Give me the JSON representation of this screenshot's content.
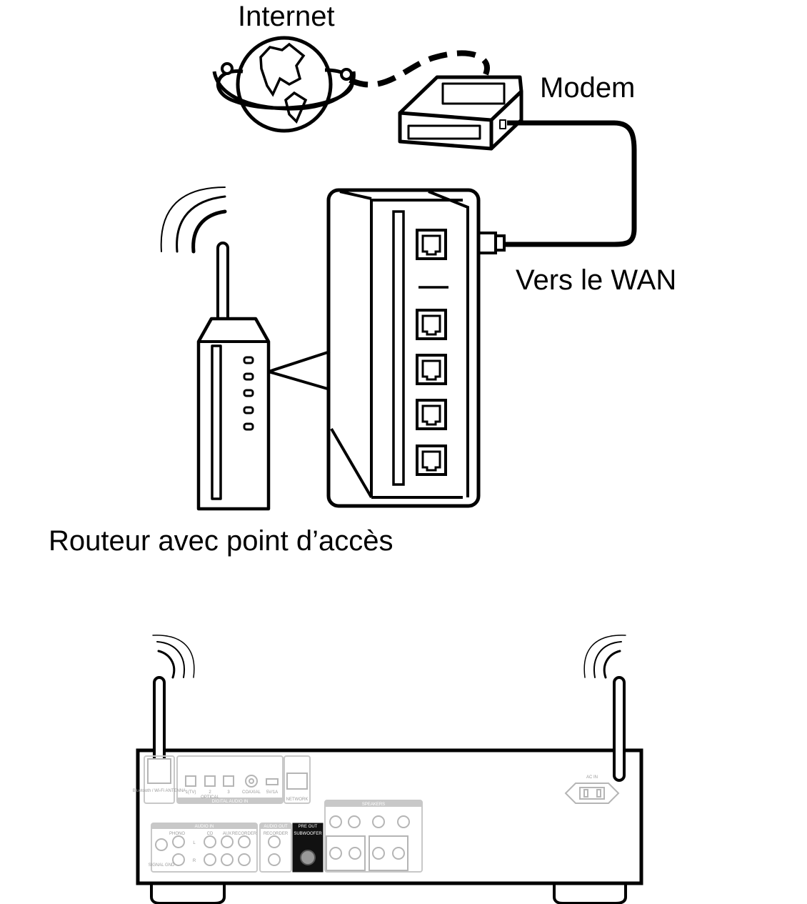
{
  "labels": {
    "internet": "Internet",
    "modem": "Modem",
    "wan": "Vers le WAN",
    "router": "Routeur avec point d’accès"
  },
  "panel": {
    "bt_antenna": "Bluetooth / Wi-Fi ANTENNA",
    "tv": "1(TV)",
    "optical_2": "2",
    "optical_label": "OPTICAL",
    "optical_3": "3",
    "coaxial": "COAXIAL",
    "usb": "5V/1A",
    "network": "NETWORK",
    "digital_audio_in": "DIGITAL AUDIO IN",
    "speakers": "SPEAKERS",
    "ac_in": "AC IN",
    "audio_in": "AUDIO IN",
    "phono": "PHONO",
    "cd": "CD",
    "aux": "AUX",
    "recorder": "RECORDER",
    "audio_out": "AUDIO OUT",
    "recorder_out": "RECORDER",
    "pre_out": "PRE OUT",
    "subwoofer": "SUBWOOFER",
    "signal_gnd": "SIGNAL GND",
    "l": "L",
    "r": "R"
  }
}
